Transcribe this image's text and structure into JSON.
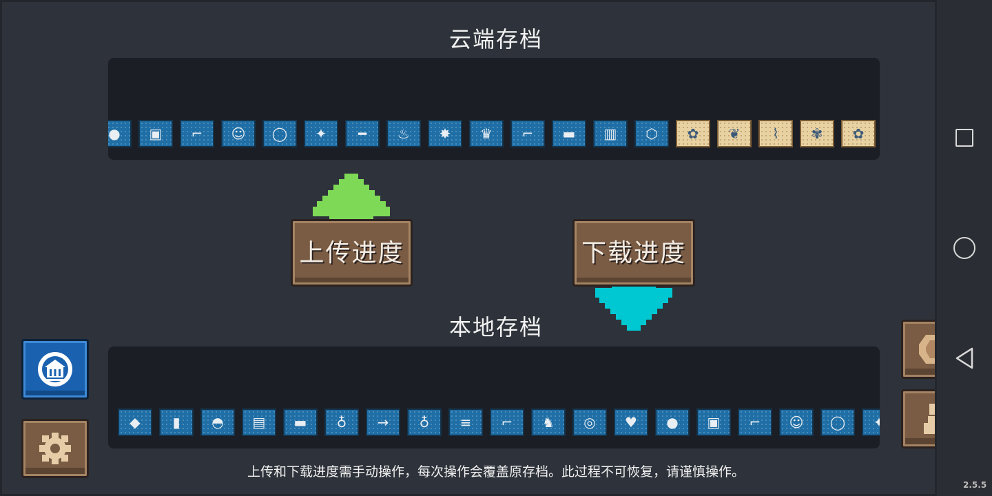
{
  "cloud_save": {
    "title": "云端存档",
    "items": [
      {
        "icon": "red-helmet-icon",
        "glyph": "●",
        "style": "blue"
      },
      {
        "icon": "camera-icon",
        "glyph": "▣",
        "style": "blue"
      },
      {
        "icon": "crossbow-icon",
        "glyph": "⌐",
        "style": "blue"
      },
      {
        "icon": "lion-mask-icon",
        "glyph": "☺",
        "style": "blue"
      },
      {
        "icon": "ring-icon",
        "glyph": "◯",
        "style": "blue"
      },
      {
        "icon": "shuriken-icon",
        "glyph": "✦",
        "style": "blue"
      },
      {
        "icon": "laser-sword-icon",
        "glyph": "━",
        "style": "blue"
      },
      {
        "icon": "torch-icon",
        "glyph": "♨",
        "style": "blue"
      },
      {
        "icon": "dragon-icon",
        "glyph": "✸",
        "style": "blue"
      },
      {
        "icon": "crown-icon",
        "glyph": "♛",
        "style": "blue"
      },
      {
        "icon": "revolver-icon",
        "glyph": "⌐",
        "style": "blue"
      },
      {
        "icon": "tank-icon",
        "glyph": "▬",
        "style": "blue"
      },
      {
        "icon": "arcade-icon",
        "glyph": "▥",
        "style": "blue"
      },
      {
        "icon": "shield-icon",
        "glyph": "⬡",
        "style": "blue"
      },
      {
        "icon": "plant-icon",
        "glyph": "✿",
        "style": "sand"
      },
      {
        "icon": "sapling-icon",
        "glyph": "❦",
        "style": "sand"
      },
      {
        "icon": "branch-icon",
        "glyph": "⌇",
        "style": "sand"
      },
      {
        "icon": "red-flower-icon",
        "glyph": "✾",
        "style": "sand"
      },
      {
        "icon": "plant-icon",
        "glyph": "✿",
        "style": "sand"
      }
    ]
  },
  "local_save": {
    "title": "本地存档",
    "items": [
      {
        "icon": "shark-gun-icon",
        "glyph": "◆",
        "style": "blue"
      },
      {
        "icon": "battery-icon",
        "glyph": "▮",
        "style": "blue"
      },
      {
        "icon": "green-hat-icon",
        "glyph": "◓",
        "style": "blue"
      },
      {
        "icon": "crate-icon",
        "glyph": "▤",
        "style": "blue"
      },
      {
        "icon": "red-blaster-icon",
        "glyph": "▬",
        "style": "blue"
      },
      {
        "icon": "purple-potion-icon",
        "glyph": "♁",
        "style": "blue"
      },
      {
        "icon": "spear-icon",
        "glyph": "→",
        "style": "blue"
      },
      {
        "icon": "blue-potion-icon",
        "glyph": "♁",
        "style": "blue"
      },
      {
        "icon": "gatling-icon",
        "glyph": "≡",
        "style": "blue"
      },
      {
        "icon": "green-rifle-icon",
        "glyph": "⌐",
        "style": "blue"
      },
      {
        "icon": "robot-icon",
        "glyph": "♞",
        "style": "blue"
      },
      {
        "icon": "round-shield-icon",
        "glyph": "◎",
        "style": "blue"
      },
      {
        "icon": "red-potion-icon",
        "glyph": "♥",
        "style": "blue"
      },
      {
        "icon": "red-helmet-icon",
        "glyph": "●",
        "style": "blue"
      },
      {
        "icon": "camera-icon",
        "glyph": "▣",
        "style": "blue"
      },
      {
        "icon": "crossbow-icon",
        "glyph": "⌐",
        "style": "blue"
      },
      {
        "icon": "lion-mask-icon",
        "glyph": "☺",
        "style": "blue"
      },
      {
        "icon": "ring-icon",
        "glyph": "◯",
        "style": "blue"
      },
      {
        "icon": "shuriken-icon",
        "glyph": "✦",
        "style": "blue"
      }
    ]
  },
  "upload": {
    "label": "上传进度",
    "arrow_color": "#7ed957"
  },
  "download": {
    "label": "下载进度",
    "arrow_color": "#00c8d2"
  },
  "notice": "上传和下载进度需手动操作，每次操作会覆盖原存档。此过程不可恢复，请谨慎操作。",
  "version": "2.5.5",
  "colors": {
    "background": "#2e323a",
    "panel": "#1b1e25",
    "slot_blue": "#1f6ea6",
    "slot_sand": "#e8d2a2",
    "wood": "#7a5b43"
  }
}
